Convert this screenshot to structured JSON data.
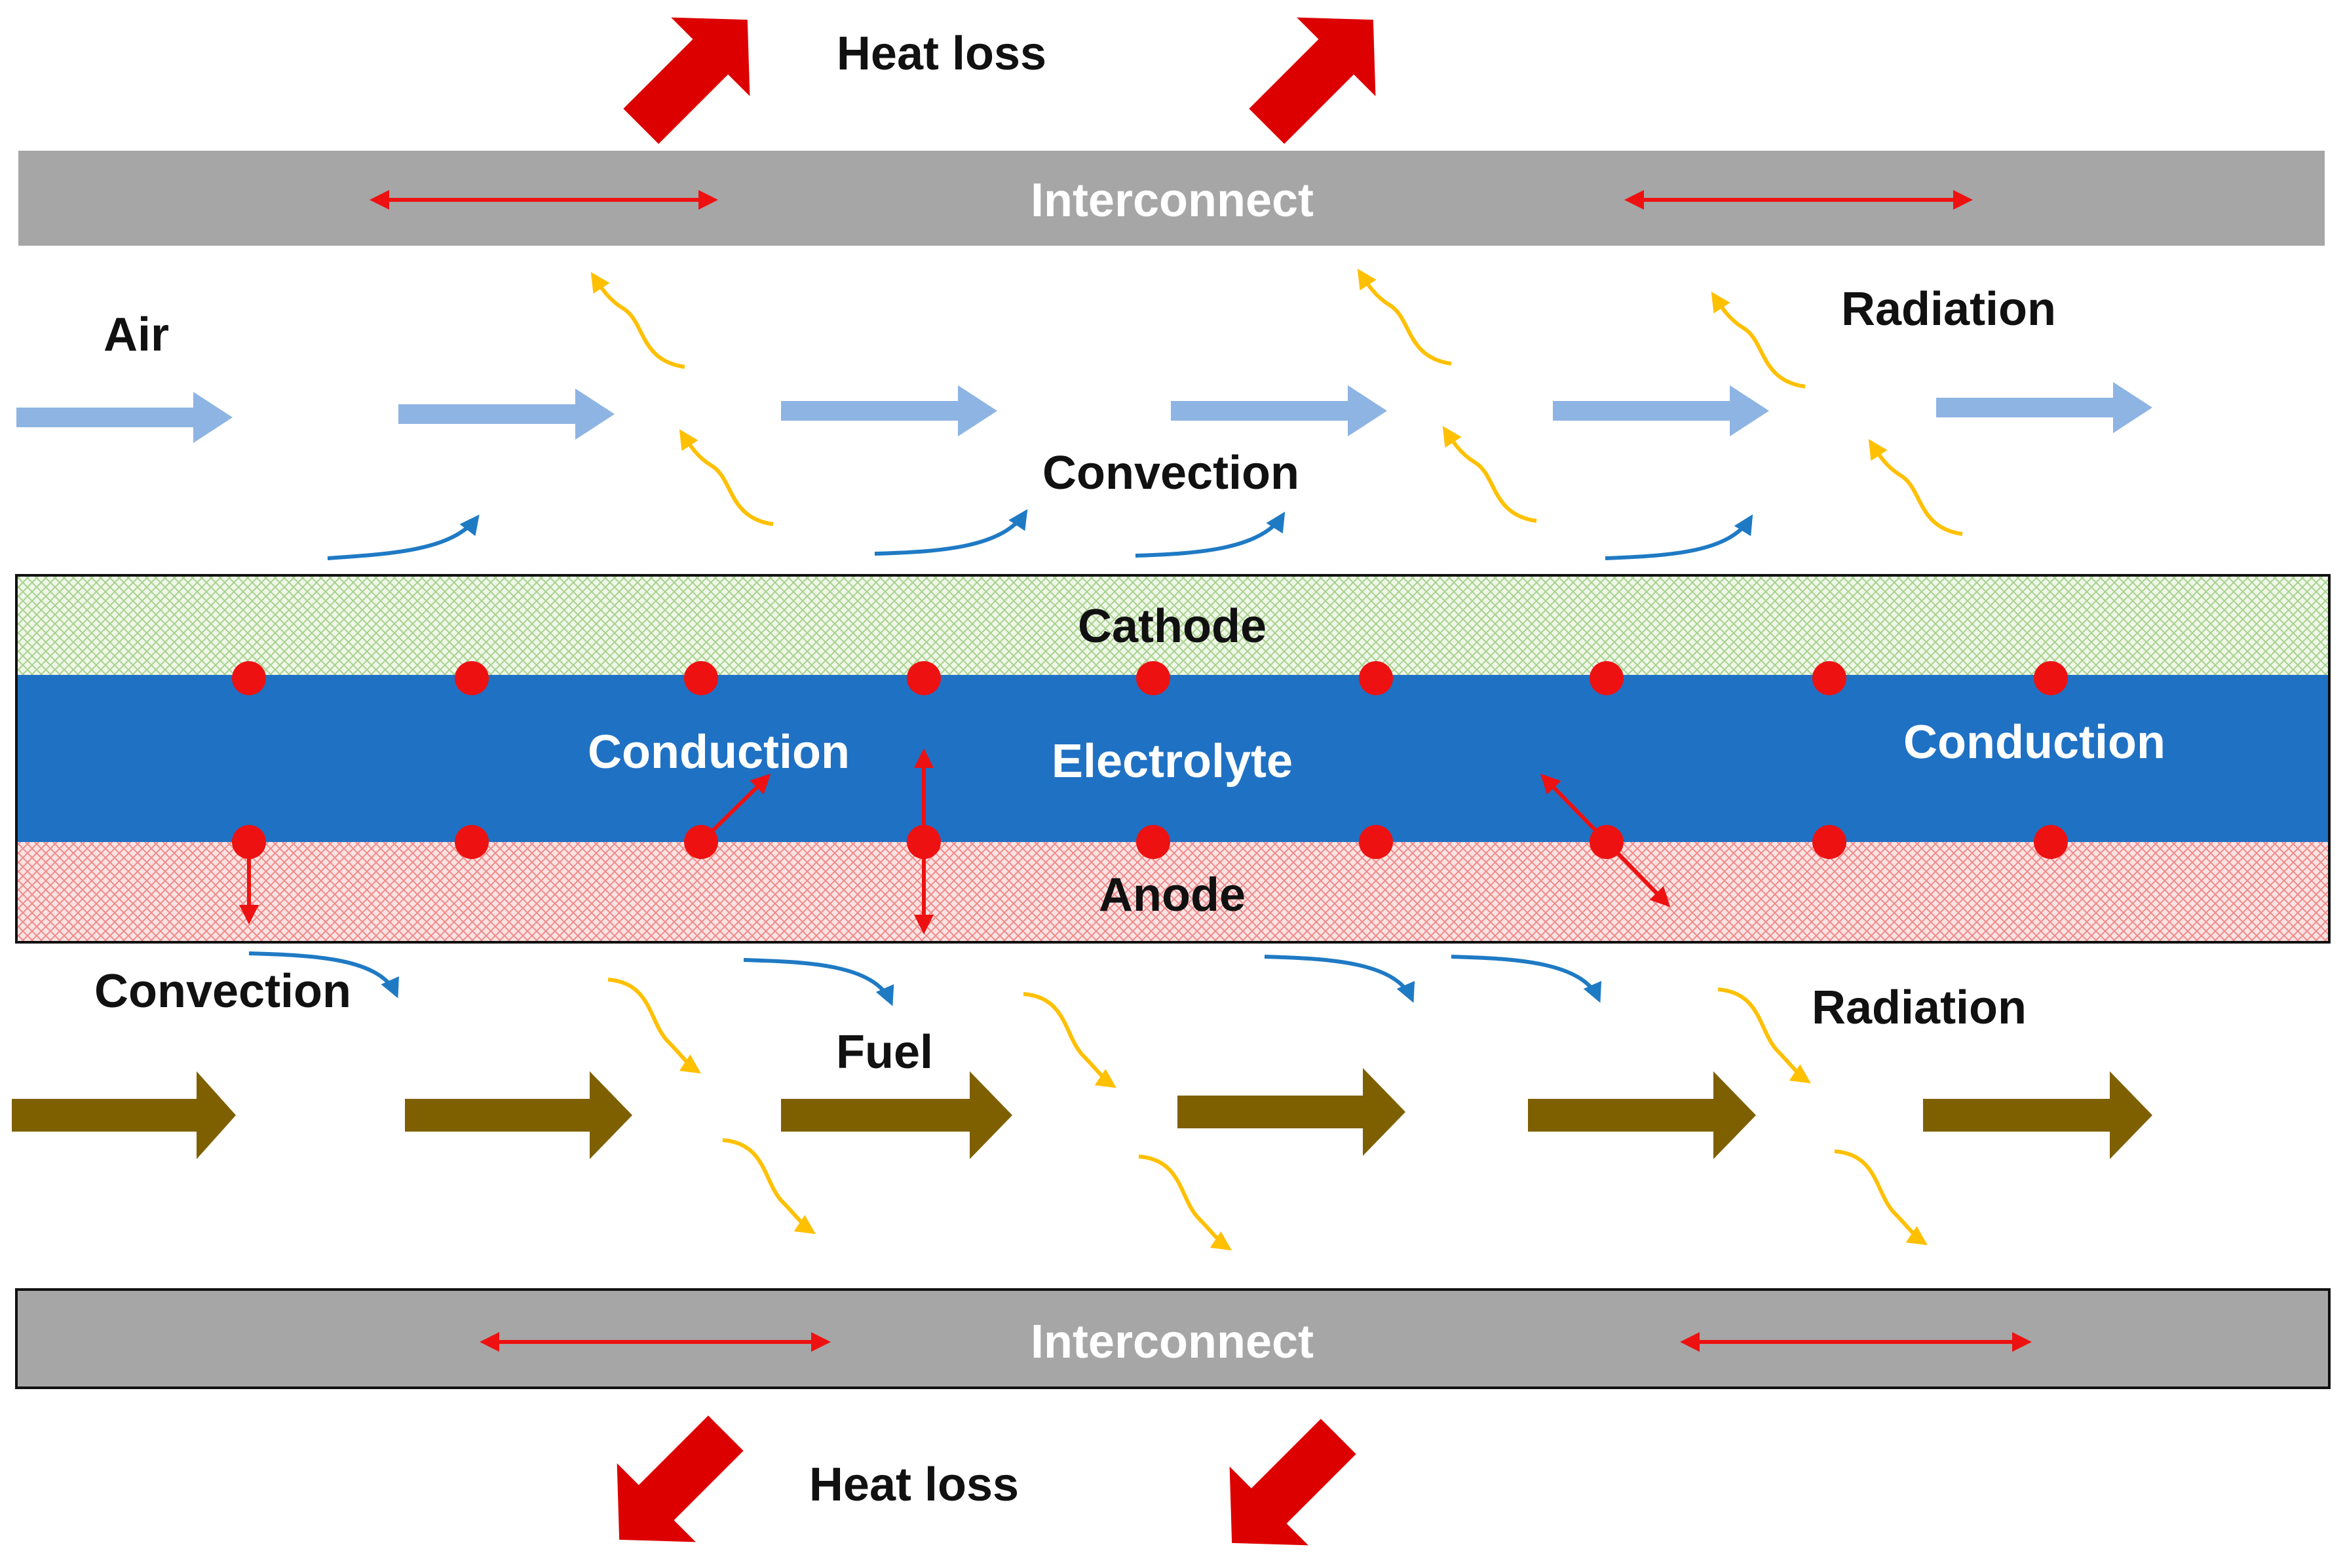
{
  "labels": {
    "heat_loss_top": "Heat loss",
    "heat_loss_bottom": "Heat loss",
    "interconnect_top": "Interconnect",
    "interconnect_bottom": "Interconnect",
    "air": "Air",
    "radiation_top": "Radiation",
    "convection_top": "Convection",
    "cathode": "Cathode",
    "electrolyte": "Electrolyte",
    "conduction_left": "Conduction",
    "conduction_right": "Conduction",
    "anode": "Anode",
    "convection_bottom": "Convection",
    "fuel": "Fuel",
    "radiation_bottom": "Radiation"
  },
  "colors": {
    "interconnect": "#a6a6a6",
    "cathode": "#e2f0d9",
    "electrolyte": "#1f71c4",
    "anode": "#f6c8c8",
    "heat_arrow": "#dd0000",
    "air_arrow": "#8eb4e3",
    "fuel_arrow": "#7f6000",
    "convection_arrow": "#1f7ac4",
    "radiation_arrow": "#ffc000",
    "node": "#ee1111"
  }
}
